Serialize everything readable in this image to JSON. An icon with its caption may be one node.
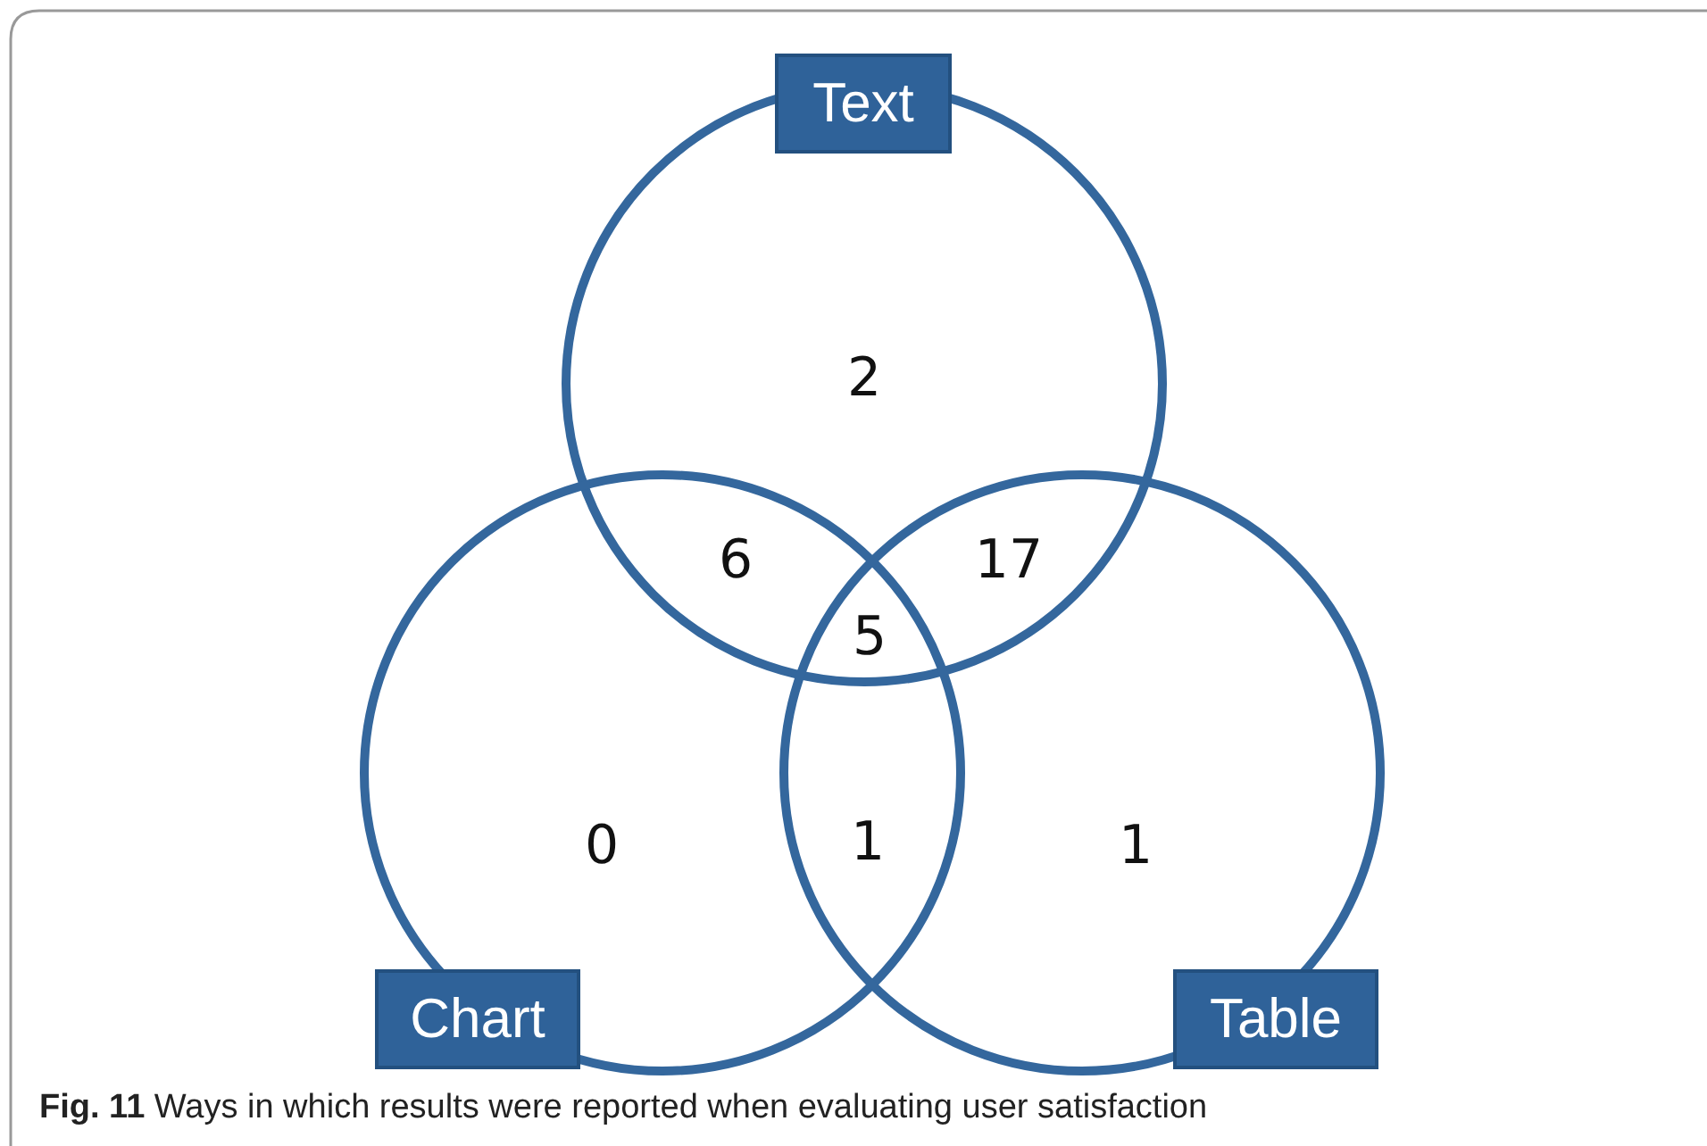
{
  "diagram": {
    "caption": "**Fig. 11** Ways in which results were reported when evaluating user satisfaction",
    "nodes": [
      {
        "text": [
          "Text"
        ]
      },
      {
        "text": [
          "Chart"
        ]
      },
      {
        "text": [
          "Table"
        ]
      }
    ],
    "labels": [
      "2",
      "6",
      "17",
      "5",
      "0",
      "1",
      "1"
    ]
  }
}
